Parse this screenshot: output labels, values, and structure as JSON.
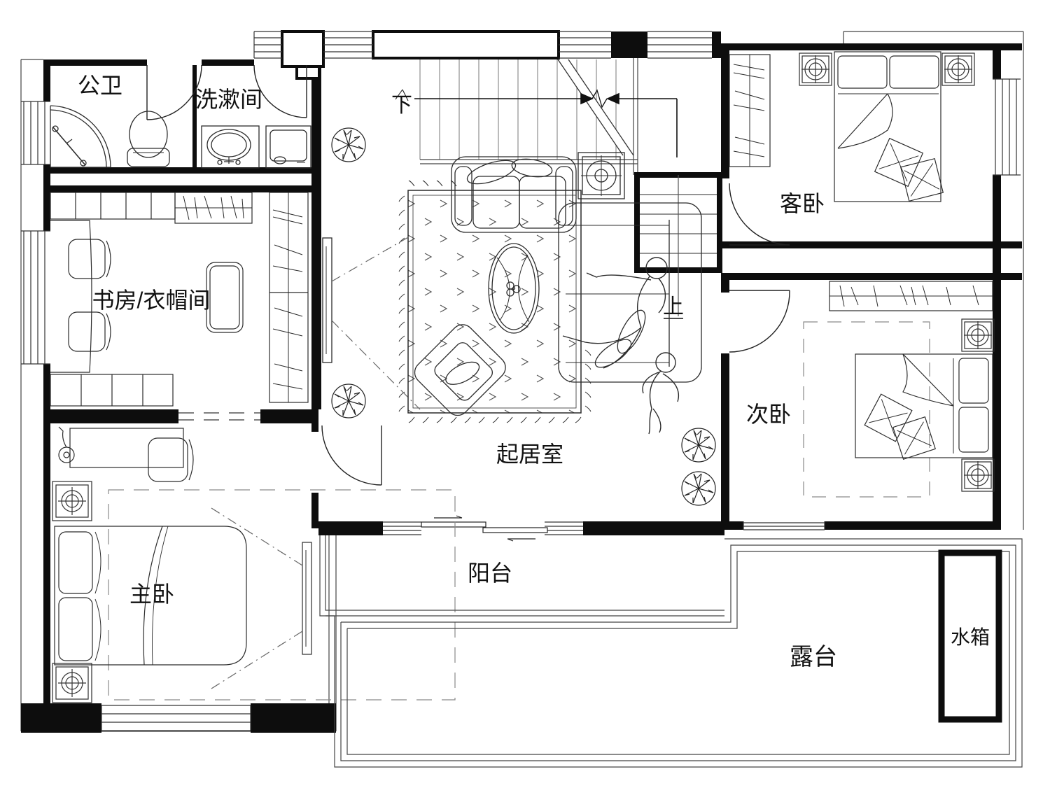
{
  "drawing": {
    "type": "floor-plan",
    "rooms": [
      {
        "id": "public-bathroom",
        "label": "公卫"
      },
      {
        "id": "washroom",
        "label": "洗漱间"
      },
      {
        "id": "guest-bedroom",
        "label": "客卧"
      },
      {
        "id": "study-cloakroom",
        "label": "书房/衣帽间"
      },
      {
        "id": "second-bedroom",
        "label": "次卧"
      },
      {
        "id": "living-room",
        "label": "起居室"
      },
      {
        "id": "master-bedroom",
        "label": "主卧"
      },
      {
        "id": "balcony",
        "label": "阳台"
      },
      {
        "id": "terrace",
        "label": "露台"
      }
    ],
    "stairs": {
      "down_label": "下",
      "up_label": "上"
    },
    "equipment": {
      "water_tank_label": "水箱"
    },
    "colors": {
      "wall": "#0d0d0d",
      "furniture": "#2b2b2b",
      "light_line": "#7a7a7a",
      "dashed": "#8a8a8a",
      "background": "#ffffff"
    }
  }
}
